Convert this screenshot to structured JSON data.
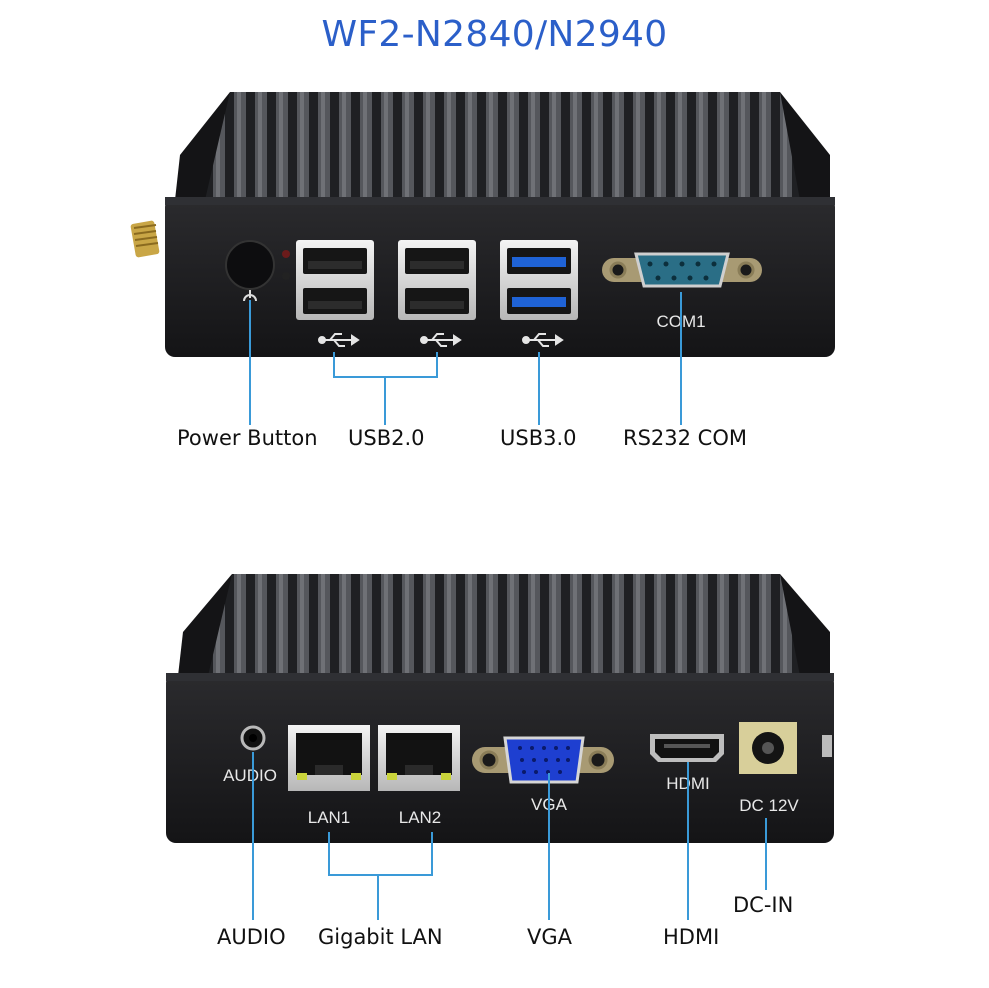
{
  "title": "WF2-N2840/N2940",
  "colors": {
    "title": "#2b5fc9",
    "leader": "#3a9ad8",
    "chassis": "#1c1c1e",
    "usb3_port": "#1f63d6",
    "com_port": "#2a6e86",
    "vga_port": "#1e3fd0"
  },
  "front_panel": {
    "printed": {
      "com": "COM1"
    },
    "callouts": {
      "power": "Power Button",
      "usb2": "USB2.0",
      "usb3": "USB3.0",
      "com": "RS232 COM"
    }
  },
  "rear_panel": {
    "printed": {
      "audio": "AUDIO",
      "lan1": "LAN1",
      "lan2": "LAN2",
      "vga": "VGA",
      "hdmi": "HDMI",
      "dc": "DC 12V"
    },
    "callouts": {
      "audio": "AUDIO",
      "lan": "Gigabit LAN",
      "vga": "VGA",
      "hdmi": "HDMI",
      "dcin": "DC-IN"
    }
  }
}
